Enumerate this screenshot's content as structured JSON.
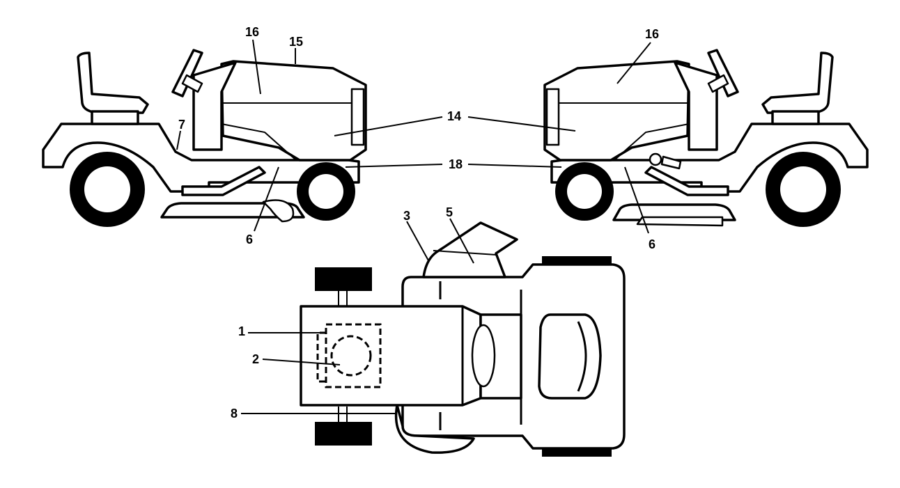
{
  "labels": {
    "l16a": "16",
    "l15": "15",
    "l7": "7",
    "l14": "14",
    "l18": "18",
    "l6a": "6",
    "l16b": "16",
    "l6b": "6",
    "l3": "3",
    "l5": "5",
    "l1": "1",
    "l2": "2",
    "l8": "8"
  },
  "colors": {
    "ink": "#000000",
    "paper": "#ffffff"
  }
}
